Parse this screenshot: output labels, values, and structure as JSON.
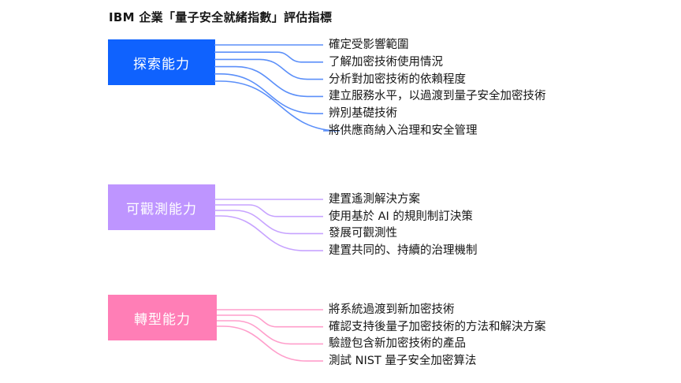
{
  "title": "IBM 企業「量子安全就緒指數」評估指標",
  "groups": [
    {
      "label": "探索能力",
      "color": "#0f62fe",
      "line_color": "#5b8ff9",
      "items": [
        "確定受影響範圍",
        "了解加密技術使用情況",
        "分析對加密技術的依賴程度",
        "建立服務水平，以過渡到量子安全加密技術",
        "辨別基礎技術",
        "將供應商納入治理和安全管理"
      ]
    },
    {
      "label": "可觀測能力",
      "color": "#be95ff",
      "line_color": "#c7a3ff",
      "items": [
        "建置遙測解決方案",
        "使用基於 AI 的規則制訂決策",
        "發展可觀測性",
        "建置共同的、持續的治理機制"
      ]
    },
    {
      "label": "轉型能力",
      "color": "#ff7eb6",
      "line_color": "#ff9ecb",
      "items": [
        "將系統過渡到新加密技術",
        "確認支持後量子加密技術的方法和解決方案",
        "驗證包含新加密技術的產品",
        "測試 NIST 量子安全加密算法"
      ]
    }
  ]
}
